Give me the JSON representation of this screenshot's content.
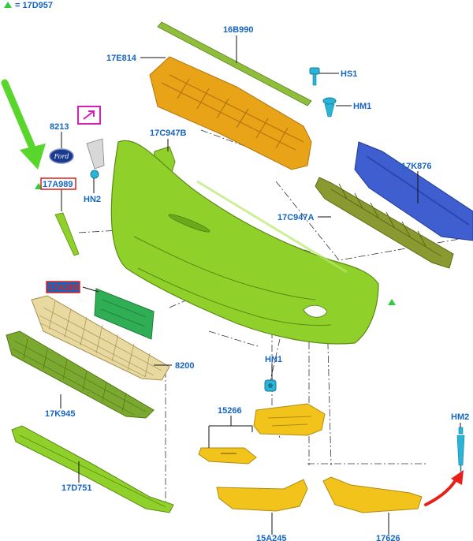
{
  "legend": {
    "text": "= 17D957"
  },
  "labels": {
    "l16B990": "16B990",
    "l17E814": "17E814",
    "lHS1": "HS1",
    "lHM1": "HM1",
    "l8213": "8213",
    "l17C947B": "17C947B",
    "l17A989": "17A989",
    "lHN2": "HN2",
    "l17K876": "17K876",
    "l17C947A": "17C947A",
    "l17A385": "17A385",
    "l8200": "8200",
    "lHN1": "HN1",
    "l17K945": "17K945",
    "l15266": "15266",
    "lHM2": "HM2",
    "l17D751": "17D751",
    "l15A245": "15A245",
    "l17626": "17626"
  },
  "badge": {
    "text": "Ford"
  },
  "colors": {
    "bumper": "#8fd12a",
    "bracket": "#e8a317",
    "beam": "#3f5fd0",
    "absorber": "#8a9a30",
    "yellow_trim": "#f2c31b",
    "grille": "#e8d9a0",
    "plate_bracket": "#2fae55",
    "highlight_box": "#e0201a",
    "callout_box": "#d61fb5",
    "arrow_green": "#58d62c",
    "arrow_red": "#e8201a",
    "label_text": "#1565c0"
  }
}
